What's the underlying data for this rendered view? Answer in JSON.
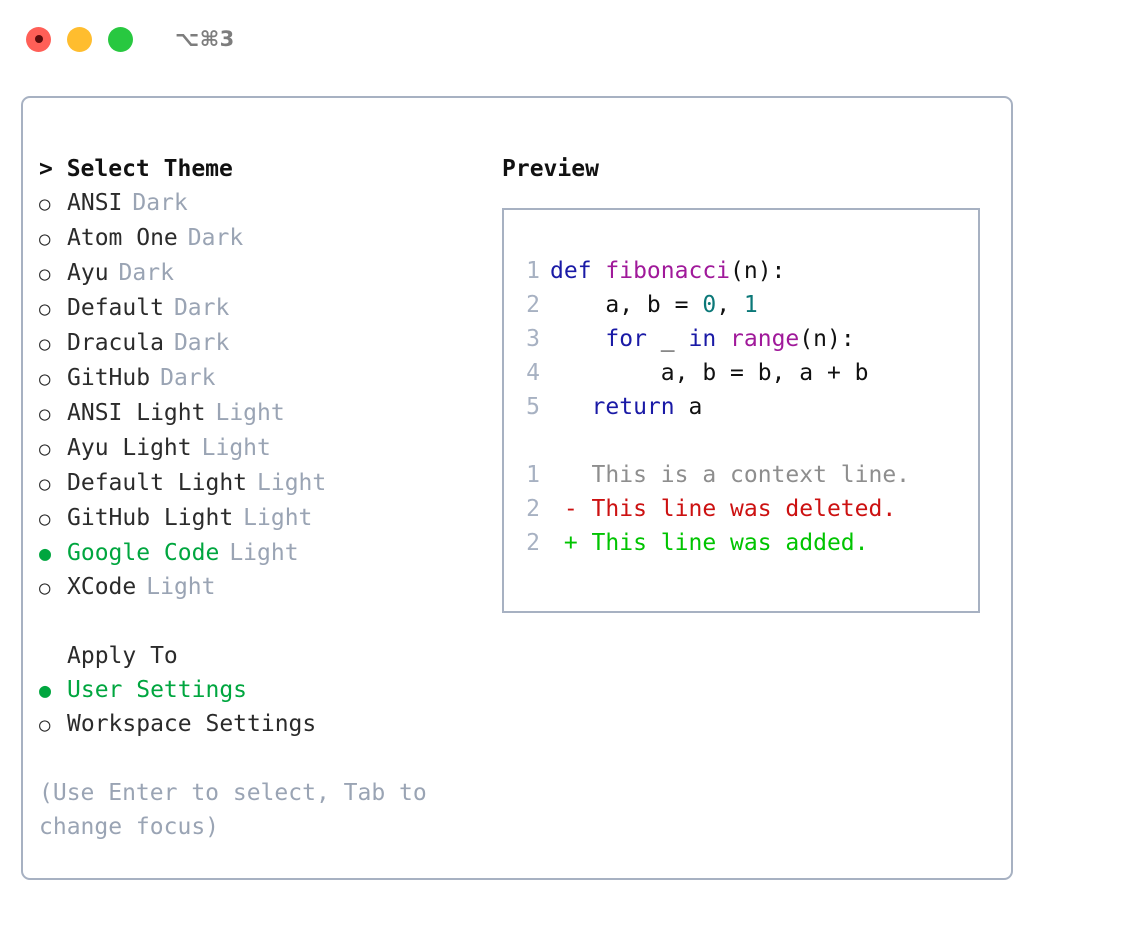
{
  "titlebar": {
    "shortcut": "⌥⌘3",
    "buttons": {
      "close": "close",
      "minimize": "minimize",
      "maximize": "maximize"
    }
  },
  "theme_picker": {
    "heading": "> Select Theme",
    "marker_unselected": "○",
    "marker_selected": "●",
    "items": [
      {
        "name": "ANSI",
        "kind": "Dark",
        "selected": false
      },
      {
        "name": "Atom One",
        "kind": "Dark",
        "selected": false
      },
      {
        "name": "Ayu",
        "kind": "Dark",
        "selected": false
      },
      {
        "name": "Default",
        "kind": "Dark",
        "selected": false
      },
      {
        "name": "Dracula",
        "kind": "Dark",
        "selected": false
      },
      {
        "name": "GitHub",
        "kind": "Dark",
        "selected": false
      },
      {
        "name": "ANSI Light",
        "kind": "Light",
        "selected": false
      },
      {
        "name": "Ayu Light",
        "kind": "Light",
        "selected": false
      },
      {
        "name": "Default Light",
        "kind": "Light",
        "selected": false
      },
      {
        "name": "GitHub Light",
        "kind": "Light",
        "selected": false
      },
      {
        "name": "Google Code",
        "kind": "Light",
        "selected": true
      },
      {
        "name": "XCode",
        "kind": "Light",
        "selected": false
      }
    ]
  },
  "apply_to": {
    "heading": "Apply To",
    "items": [
      {
        "name": "User Settings",
        "selected": true
      },
      {
        "name": "Workspace Settings",
        "selected": false
      }
    ]
  },
  "hint": "(Use Enter to select, Tab to change focus)",
  "preview": {
    "heading": "Preview",
    "code_lines": [
      {
        "lineno": "1",
        "tokens": [
          {
            "text": "def ",
            "type": "kw"
          },
          {
            "text": "fibonacci",
            "type": "fn"
          },
          {
            "text": "(n):",
            "type": "txt"
          }
        ]
      },
      {
        "lineno": "2",
        "tokens": [
          {
            "text": "    a, b = ",
            "type": "txt"
          },
          {
            "text": "0",
            "type": "num"
          },
          {
            "text": ", ",
            "type": "txt"
          },
          {
            "text": "1",
            "type": "num"
          }
        ]
      },
      {
        "lineno": "3",
        "tokens": [
          {
            "text": "    ",
            "type": "txt"
          },
          {
            "text": "for",
            "type": "kw"
          },
          {
            "text": " _ ",
            "type": "txt"
          },
          {
            "text": "in",
            "type": "kw"
          },
          {
            "text": " ",
            "type": "txt"
          },
          {
            "text": "range",
            "type": "fn"
          },
          {
            "text": "(n):",
            "type": "txt"
          }
        ]
      },
      {
        "lineno": "4",
        "tokens": [
          {
            "text": "        a, b = b, a + b",
            "type": "txt"
          }
        ]
      },
      {
        "lineno": "5",
        "tokens": [
          {
            "text": "   ",
            "type": "txt"
          },
          {
            "text": "return",
            "type": "kw"
          },
          {
            "text": " a",
            "type": "txt"
          }
        ]
      }
    ],
    "diff_lines": [
      {
        "lineno": "1",
        "tokens": [
          {
            "text": "   This is a context line.",
            "type": "ctx"
          }
        ]
      },
      {
        "lineno": "2",
        "tokens": [
          {
            "text": " - This line was deleted.",
            "type": "del"
          }
        ]
      },
      {
        "lineno": "2",
        "tokens": [
          {
            "text": " + This line was added.",
            "type": "add"
          }
        ]
      }
    ]
  },
  "colors": {
    "accent_green": "#00a63f",
    "muted": "#9aa4b4",
    "border": "#a7b1c2",
    "keyword": "#1a1aa6",
    "function": "#a0199a",
    "number": "#0b7878",
    "diff_deleted": "#cc1111",
    "diff_added": "#00c400",
    "light_red": "#ff5f57",
    "light_yellow": "#ffbd2e",
    "light_green": "#28c840"
  }
}
